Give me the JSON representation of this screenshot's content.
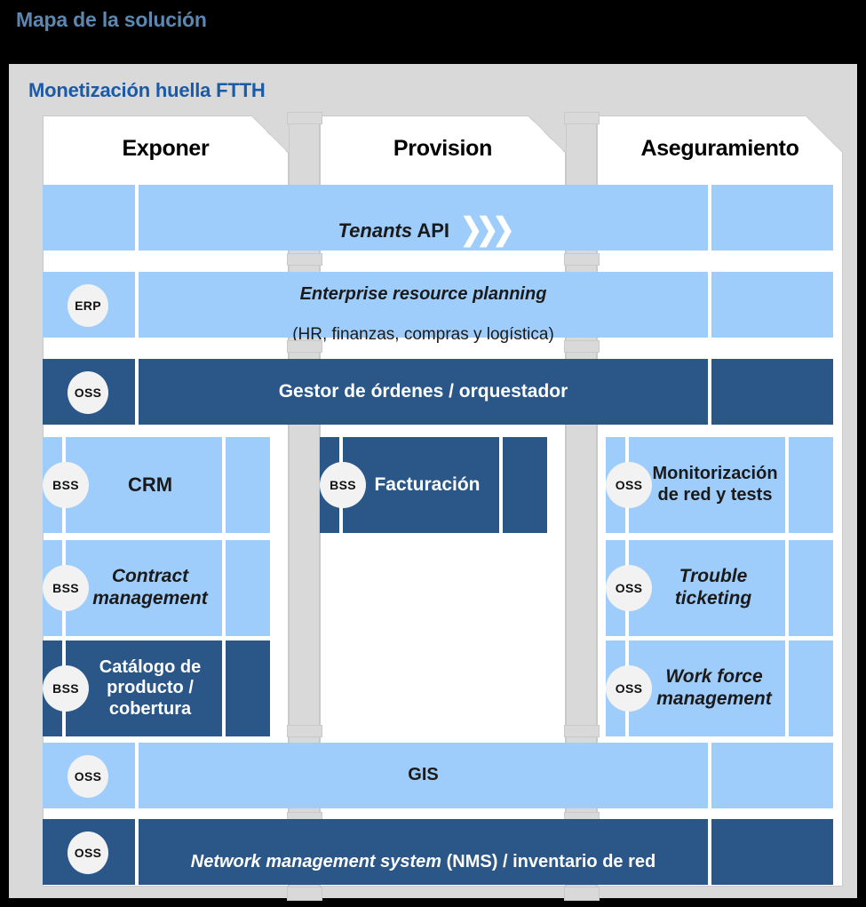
{
  "page": {
    "title": "Mapa de la solución",
    "panel_title": "Monetización huella FTTH",
    "colors": {
      "background": "#000000",
      "panel_bg": "#d9d9d9",
      "title_blue": "#5b87b0",
      "heading_blue": "#1b5aa6",
      "light_blue": "#9fcdfb",
      "dark_blue": "#2a5788",
      "badge_bg": "#f2f2f2",
      "column_white": "#ffffff",
      "border_grey": "#c9c9c9"
    }
  },
  "columns": [
    {
      "label": "Exponer"
    },
    {
      "label": "Provision"
    },
    {
      "label": "Aseguramiento"
    }
  ],
  "full_width_rows": [
    {
      "id": "tenants-api",
      "label": "Tenants API",
      "label_italic_part": "Tenants",
      "label_regular_part": " API",
      "icon": "chevrons-right-icon",
      "badge": null,
      "tone": "light"
    },
    {
      "id": "erp",
      "label_line1": "Enterprise resource planning",
      "label_line2": "(HR, finanzas, compras y logística)",
      "badge": "ERP",
      "tone": "light"
    },
    {
      "id": "order-manager",
      "label": "Gestor de órdenes / orquestador",
      "badge": "OSS",
      "tone": "dark"
    },
    {
      "id": "gis",
      "label": "GIS",
      "badge": "OSS",
      "tone": "light"
    },
    {
      "id": "nms",
      "label": "Network management system (NMS) / inventario de red",
      "label_italic_part": "Network management system",
      "label_regular_part": " (NMS) / inventario de red",
      "badge": "OSS",
      "tone": "dark"
    }
  ],
  "column_cards": {
    "exponer": [
      {
        "id": "crm",
        "label": "CRM",
        "badge": "BSS",
        "tone": "light",
        "italic": false
      },
      {
        "id": "contract-management",
        "label": "Contract\nmanagement",
        "badge": "BSS",
        "tone": "light",
        "italic": true
      },
      {
        "id": "catalogo-producto",
        "label": "Catálogo de\nproducto /\ncobertura",
        "badge": "BSS",
        "tone": "dark",
        "italic": false
      }
    ],
    "provision": [
      {
        "id": "facturacion",
        "label": "Facturación",
        "badge": "BSS",
        "tone": "dark",
        "italic": false
      }
    ],
    "aseguramiento": [
      {
        "id": "monitorizacion-red",
        "label": "Monitorización\nde red y tests",
        "badge": "OSS",
        "tone": "light",
        "italic": false
      },
      {
        "id": "trouble-ticketing",
        "label": "Trouble\nticketing",
        "badge": "OSS",
        "tone": "light",
        "italic": true
      },
      {
        "id": "work-force-management",
        "label": "Work force\nmanagement",
        "badge": "OSS",
        "tone": "light",
        "italic": true
      }
    ]
  }
}
